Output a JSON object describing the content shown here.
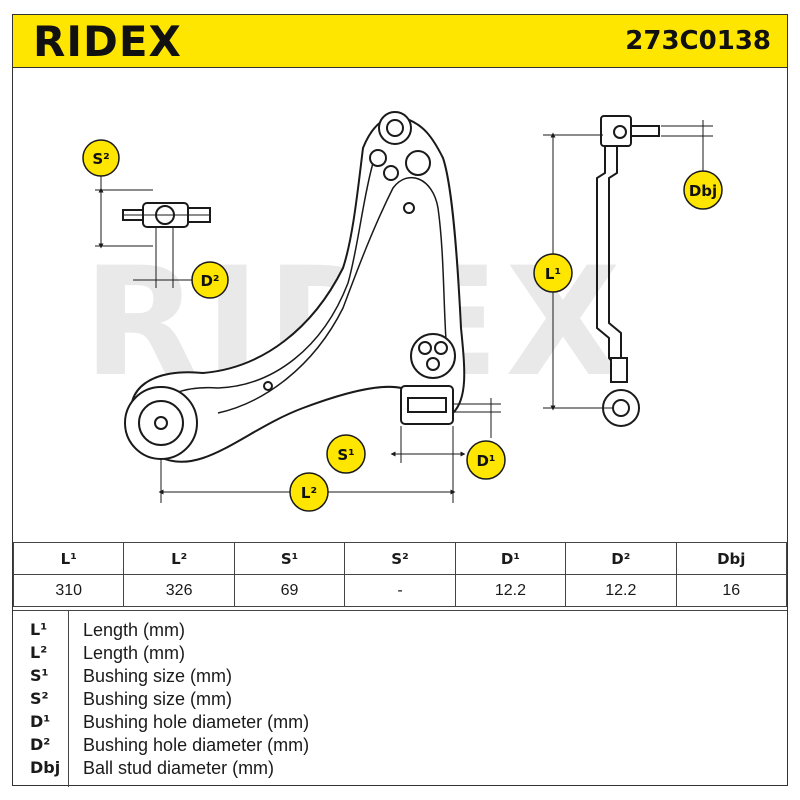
{
  "header": {
    "brand": "RIDEX",
    "part_number": "273C0138",
    "background": "#ffe600"
  },
  "watermark": "RIDEX",
  "badges": {
    "s2": "S²",
    "d2": "D²",
    "dbj": "Dbj",
    "l1": "L¹",
    "s1": "S¹",
    "d1": "D¹",
    "l2": "L²"
  },
  "specs": {
    "headers": [
      "L¹",
      "L²",
      "S¹",
      "S²",
      "D¹",
      "D²",
      "Dbj"
    ],
    "values": [
      "310",
      "326",
      "69",
      "-",
      "12.2",
      "12.2",
      "16"
    ]
  },
  "legend": [
    {
      "symbol": "L¹",
      "description": "Length (mm)"
    },
    {
      "symbol": "L²",
      "description": "Length (mm)"
    },
    {
      "symbol": "S¹",
      "description": "Bushing size (mm)"
    },
    {
      "symbol": "S²",
      "description": "Bushing size (mm)"
    },
    {
      "symbol": "D¹",
      "description": "Bushing hole diameter (mm)"
    },
    {
      "symbol": "D²",
      "description": "Bushing hole diameter (mm)"
    },
    {
      "symbol": "Dbj",
      "description": "Ball stud diameter (mm)"
    }
  ],
  "colors": {
    "badge": "#ffe600",
    "line": "#1a1a1a"
  }
}
